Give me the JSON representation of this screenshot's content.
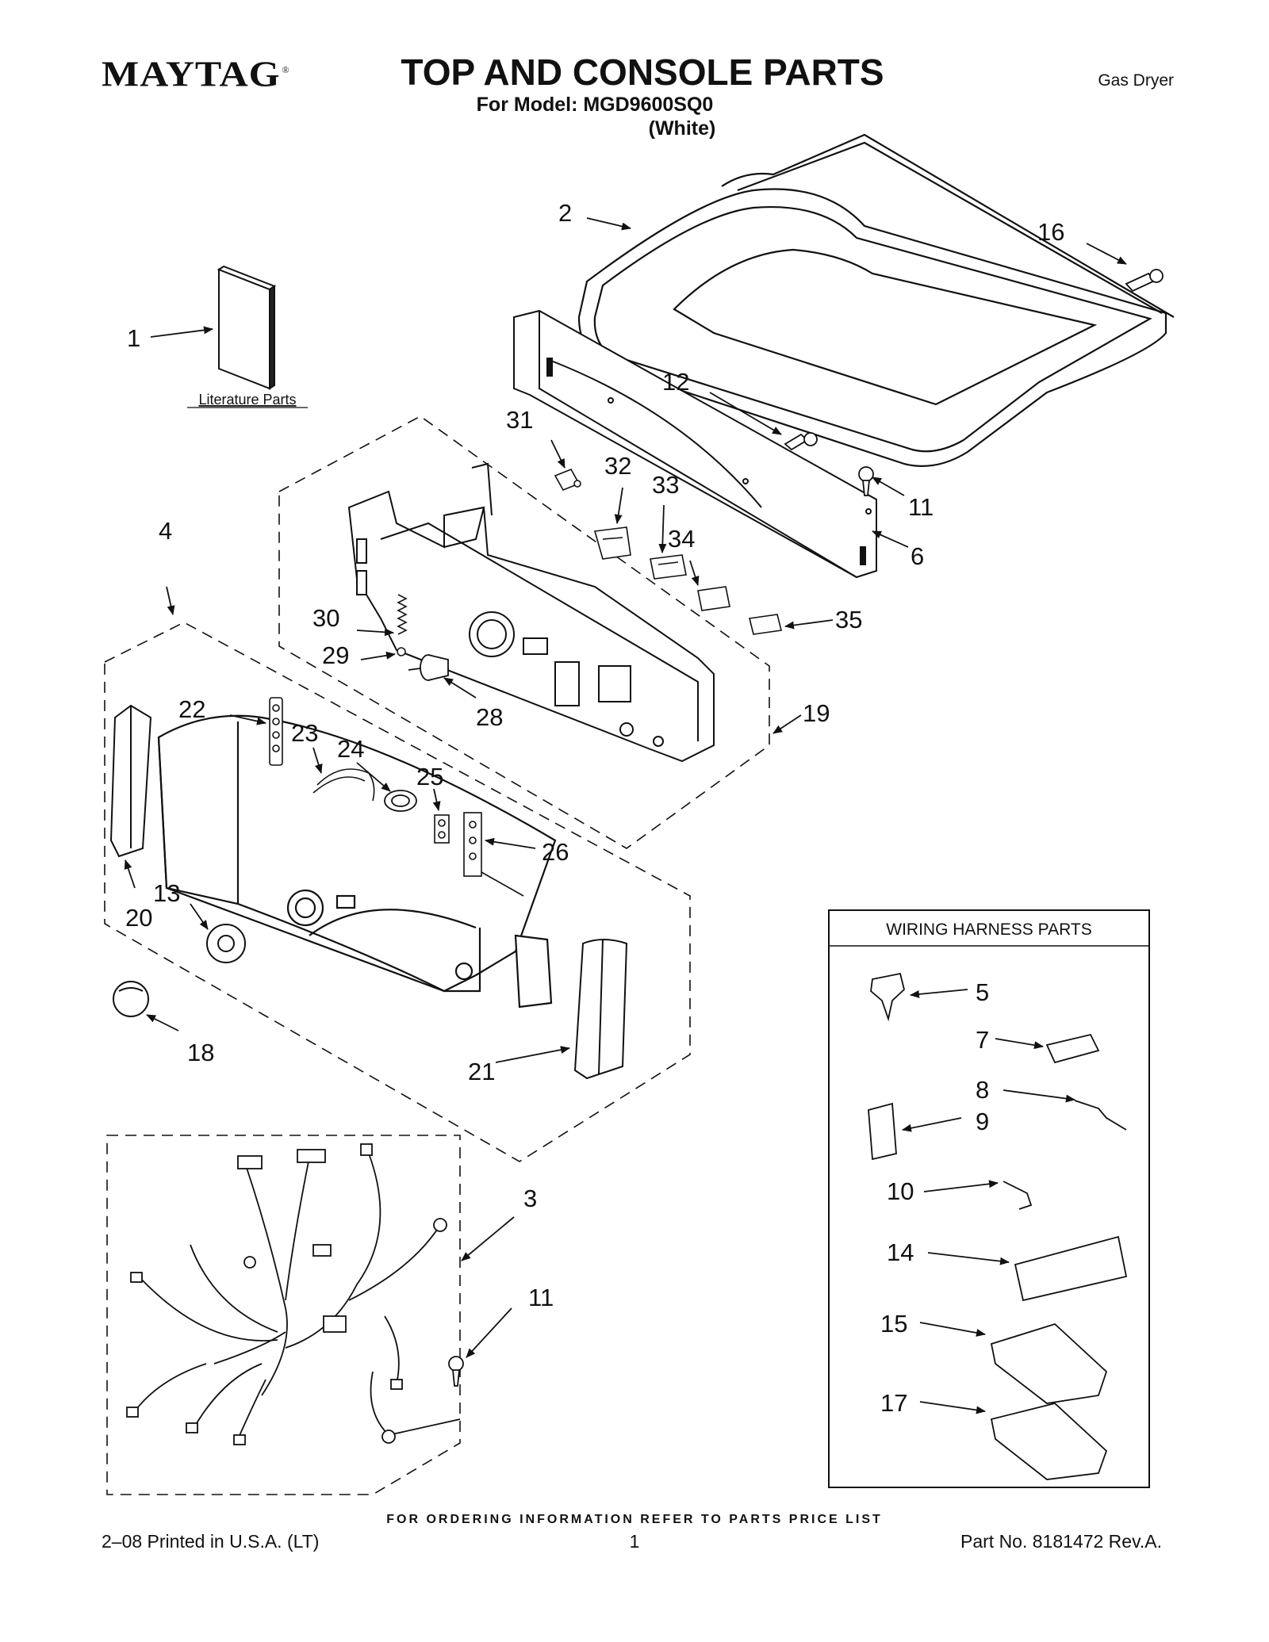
{
  "header": {
    "brand": "MAYTAG",
    "brand_mark": "®",
    "title": "TOP AND CONSOLE PARTS",
    "model_line": "For Model: MGD9600SQ0",
    "color_line": "(White)",
    "product_type": "Gas Dryer"
  },
  "diagram": {
    "literature_label": "Literature Parts",
    "harness_box_title": "WIRING HARNESS PARTS",
    "callouts": {
      "c1": "1",
      "c2": "2",
      "c3": "3",
      "c4": "4",
      "c5": "5",
      "c6": "6",
      "c7": "7",
      "c8": "8",
      "c9": "9",
      "c10": "10",
      "c11a": "11",
      "c11b": "11",
      "c12": "12",
      "c13": "13",
      "c14": "14",
      "c15": "15",
      "c16": "16",
      "c17": "17",
      "c18": "18",
      "c19": "19",
      "c20": "20",
      "c21": "21",
      "c22": "22",
      "c23": "23",
      "c24": "24",
      "c25": "25",
      "c26": "26",
      "c28": "28",
      "c29": "29",
      "c30": "30",
      "c31": "31",
      "c32": "32",
      "c33": "33",
      "c34": "34",
      "c35": "35"
    }
  },
  "footer": {
    "order_note": "FOR ORDERING INFORMATION REFER TO PARTS PRICE LIST",
    "print_info": "2–08 Printed in U.S.A. (LT)",
    "page_number": "1",
    "part_number": "Part No. 8181472 Rev.A."
  }
}
